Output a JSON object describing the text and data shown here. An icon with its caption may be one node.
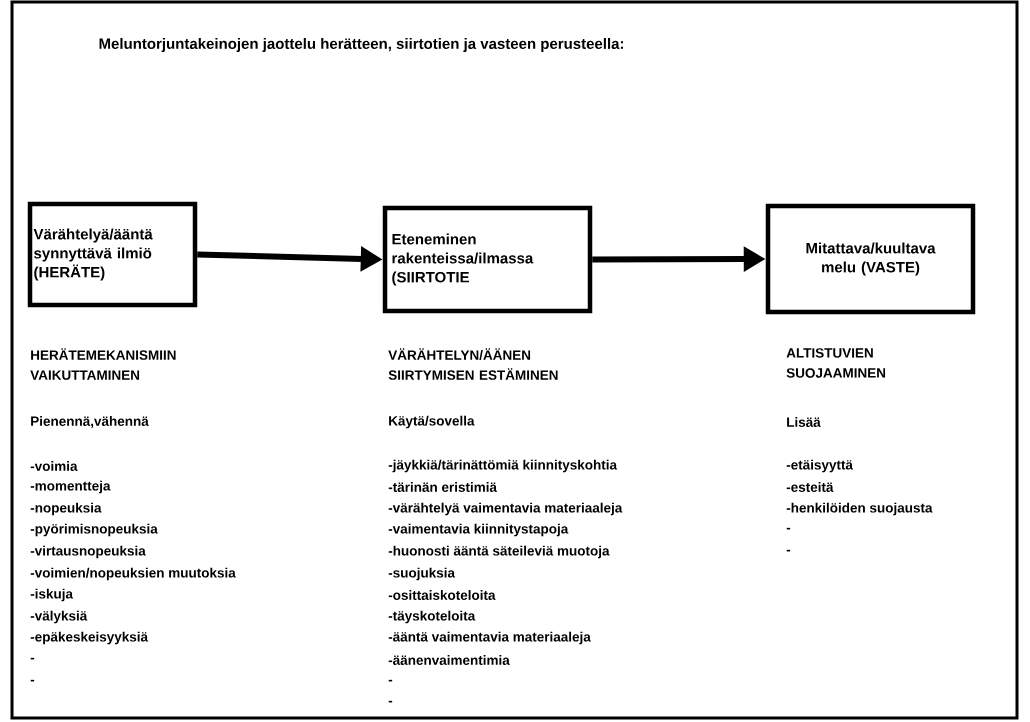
{
  "diagram": {
    "title": "Meluntorjuntakeinojen jaottelu herätteen, siirtotien ja vasteen perusteella:",
    "nodes": [
      {
        "text": [
          "Värähtelyä/ääntä synnyttävä ilmiö (HERÄTE)"
        ]
      },
      {
        "text": [
          "Eteneminen rakenteissa/ilmassa (SIIRTOTIE"
        ]
      },
      {
        "text": [
          "Mitattava/kuultava melu (VASTE)"
        ]
      }
    ],
    "edges": [
      {
        "from": 0,
        "to": 1,
        "arrow": "to"
      },
      {
        "from": 1,
        "to": 2,
        "arrow": "to"
      }
    ],
    "labels": [
      "HERÄTEMEKANISMIIN VAIKUTTAMINEN",
      "Pienennä,vähennä",
      "-voimia",
      "-momentteja",
      "-nopeuksia",
      "-pyörimisnopeuksia",
      "-virtausnopeuksia",
      "-voimien/nopeuksien muutoksia",
      "-iskuja",
      "-välyksiä",
      "-epäkeskeisyyksiä",
      "-",
      "-",
      "VÄRÄHTELYN/ÄÄNEN SIIRTYMISEN ESTÄMINEN",
      "Käytä/sovella",
      "-jäykkiä/tärinättömiä kiinnityskohtia",
      "-tärinän eristimiä",
      "-värähtelyä vaimentavia materiaaleja",
      "-vaimentavia kiinnitystapoja",
      "-huonosti ääntä säteileviä muotoja",
      "-suojuksia",
      "-osittaiskoteloita",
      "-täyskoteloita",
      "-ääntä vaimentavia materiaaleja",
      "-äänenvaimentimia",
      "-",
      "-",
      "ALTISTUVIEN SUOJAAMINEN",
      "Lisää",
      "-etäisyyttä",
      "-esteitä",
      "-henkilöiden suojausta",
      "-",
      "-"
    ]
  }
}
